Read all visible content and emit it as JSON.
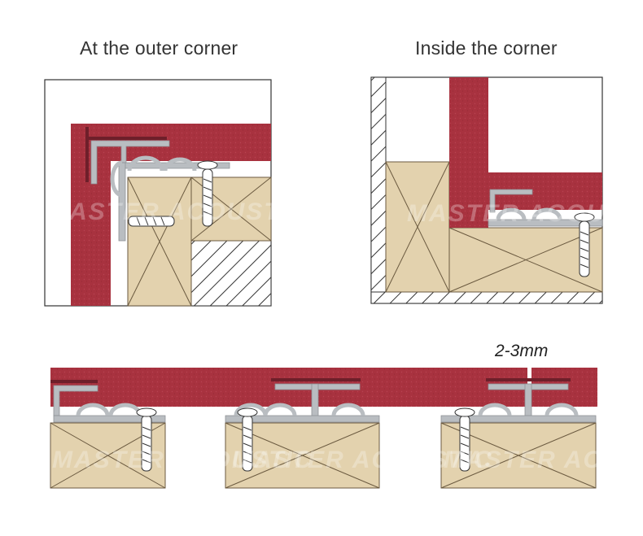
{
  "titles": {
    "outer": "At the outer corner",
    "inner": "Inside the corner"
  },
  "annotations": {
    "gap": "2-3mm"
  },
  "watermark": "MASTER ACOUSTIC",
  "colors": {
    "panel": "#a8323f",
    "panel_dark": "#6e1f2a",
    "wood": "#e3d2ae",
    "wood_line": "#6b5a40",
    "metal": "#b9bdc1",
    "metal_edge": "#8e9296",
    "wall_hatch": "#333333"
  }
}
